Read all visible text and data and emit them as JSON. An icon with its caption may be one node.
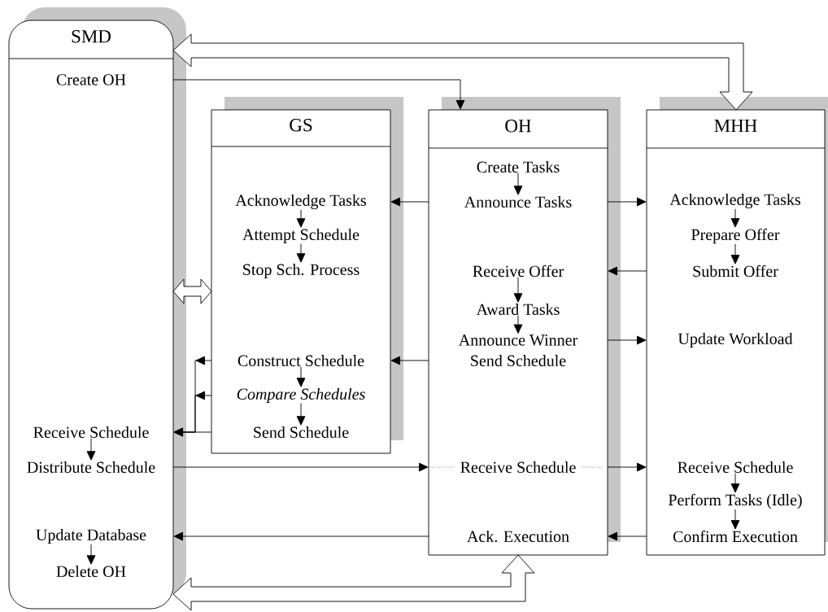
{
  "diagram": {
    "nodes": [
      {
        "text": [
          "SMD"
        ]
      },
      {
        "text": [
          "Create OH"
        ],
        "in": 0
      },
      {
        "text": [
          "Receive Schedule"
        ],
        "in": 0
      },
      {
        "text": [
          "Distribute Schedule"
        ],
        "in": 0
      },
      {
        "text": [
          "Update Database"
        ],
        "in": 0
      },
      {
        "text": [
          "Delete OH"
        ],
        "in": 0
      },
      {
        "text": [
          "GS"
        ]
      },
      {
        "text": [
          "Acknowledge Tasks"
        ],
        "in": 6
      },
      {
        "text": [
          "Attempt Schedule"
        ],
        "in": 6
      },
      {
        "text": [
          "Stop Sch. Process"
        ],
        "in": 6
      },
      {
        "text": [
          "Construct Schedule"
        ],
        "in": 6
      },
      {
        "text": [
          "Compare Schedules"
        ],
        "in": 6
      },
      {
        "text": [
          "Send Schedule"
        ],
        "in": 6
      },
      {
        "text": [
          "OH"
        ]
      },
      {
        "text": [
          "Create Tasks"
        ],
        "in": 13
      },
      {
        "text": [
          "Announce Tasks"
        ],
        "in": 13
      },
      {
        "text": [
          "Receive Offer"
        ],
        "in": 13
      },
      {
        "text": [
          "Award Tasks"
        ],
        "in": 13
      },
      {
        "text": [
          "Announce Winner"
        ],
        "in": 13
      },
      {
        "text": [
          "Send Schedule"
        ],
        "in": 13
      },
      {
        "text": [
          "Receive Schedule"
        ],
        "in": 13
      },
      {
        "text": [
          "Ack. Execution"
        ],
        "in": 13
      },
      {
        "text": [
          "MHH"
        ]
      },
      {
        "text": [
          "Acknowledge Tasks"
        ],
        "in": 22
      },
      {
        "text": [
          "Prepare Offer"
        ],
        "in": 22
      },
      {
        "text": [
          "Submit Offer"
        ],
        "in": 22
      },
      {
        "text": [
          "Update Workload"
        ],
        "in": 22
      },
      {
        "text": [
          "Receive Schedule"
        ],
        "in": 22
      },
      {
        "text": [
          "Perform Tasks (Idle)"
        ],
        "in": 22
      },
      {
        "text": [
          "Confirm Execution"
        ],
        "in": 22
      }
    ],
    "edges": [
      {
        "from": 1,
        "to": 13,
        "arrow": "to"
      },
      {
        "from": 0,
        "to": 22,
        "arrow": "both",
        "style": "thick"
      },
      {
        "from": 14,
        "to": 15,
        "arrow": "to"
      },
      {
        "from": 15,
        "to": 7,
        "arrow": "to"
      },
      {
        "from": 15,
        "to": 23,
        "arrow": "to"
      },
      {
        "from": 7,
        "to": 8,
        "arrow": "to"
      },
      {
        "from": 8,
        "to": 9,
        "arrow": "to"
      },
      {
        "from": 23,
        "to": 24,
        "arrow": "to"
      },
      {
        "from": 24,
        "to": 25,
        "arrow": "to"
      },
      {
        "from": 25,
        "to": 16,
        "arrow": "to"
      },
      {
        "from": 16,
        "to": 17,
        "arrow": "to"
      },
      {
        "from": 17,
        "to": 18,
        "arrow": "to"
      },
      {
        "from": 18,
        "to": 26,
        "arrow": "to"
      },
      {
        "from": 13,
        "to": 10,
        "arrow": "to"
      },
      {
        "from": 0,
        "to": 6,
        "arrow": "both",
        "style": "thick"
      },
      {
        "from": 10,
        "to": 11,
        "arrow": "to"
      },
      {
        "from": 11,
        "to": 12,
        "arrow": "to"
      },
      {
        "from": 10,
        "to": 2,
        "arrow": "to"
      },
      {
        "from": 11,
        "to": 2,
        "arrow": "to"
      },
      {
        "from": 6,
        "to": 2,
        "arrow": "to"
      },
      {
        "from": 2,
        "to": 3,
        "arrow": "to"
      },
      {
        "from": 3,
        "to": 20,
        "arrow": "to"
      },
      {
        "from": 20,
        "to": 27,
        "arrow": "to"
      },
      {
        "from": 27,
        "to": 28,
        "arrow": "to"
      },
      {
        "from": 28,
        "to": 29,
        "arrow": "to"
      },
      {
        "from": 29,
        "to": 21,
        "arrow": "to"
      },
      {
        "from": 21,
        "to": 4,
        "arrow": "to"
      },
      {
        "from": 4,
        "to": 5,
        "arrow": "to"
      },
      {
        "from": 0,
        "to": 13,
        "arrow": "both",
        "style": "thick"
      }
    ]
  }
}
